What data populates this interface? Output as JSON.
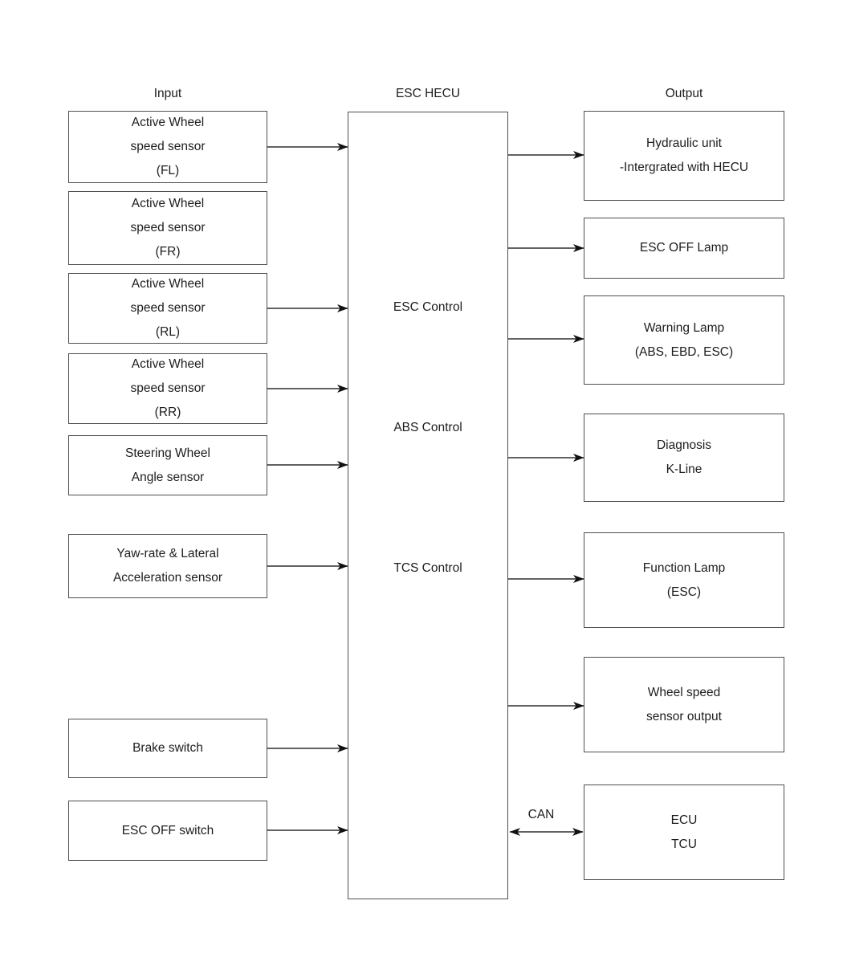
{
  "diagram": {
    "headers": {
      "input": "Input",
      "center": "ESC HECU",
      "output": "Output"
    },
    "hecu": {
      "labels": [
        "ESC Control",
        "ABS Control",
        "TCS Control"
      ]
    },
    "inputs": [
      {
        "lines": [
          "Active Wheel",
          "speed sensor",
          "(FL)"
        ]
      },
      {
        "lines": [
          "Active Wheel",
          "speed sensor",
          "(FR)"
        ]
      },
      {
        "lines": [
          "Active Wheel",
          "speed sensor",
          "(RL)"
        ]
      },
      {
        "lines": [
          "Active Wheel",
          "speed sensor",
          "(RR)"
        ]
      },
      {
        "lines": [
          "Steering Wheel",
          "Angle sensor"
        ]
      },
      {
        "lines": [
          "Yaw-rate & Lateral",
          "Acceleration sensor"
        ]
      },
      {
        "lines": [
          "Brake switch"
        ]
      },
      {
        "lines": [
          "ESC OFF switch"
        ]
      }
    ],
    "outputs": [
      {
        "lines": [
          "Hydraulic unit",
          "-Intergrated with HECU"
        ]
      },
      {
        "lines": [
          "ESC OFF Lamp"
        ]
      },
      {
        "lines": [
          "Warning Lamp",
          "(ABS, EBD, ESC)"
        ]
      },
      {
        "lines": [
          "Diagnosis",
          "K-Line"
        ]
      },
      {
        "lines": [
          "Function Lamp",
          "(ESC)"
        ]
      },
      {
        "lines": [
          "Wheel speed",
          "sensor output"
        ]
      },
      {
        "lines": [
          "ECU",
          "TCU"
        ]
      }
    ],
    "bus_label": "CAN",
    "colors": {
      "line": "#2f2f2f",
      "box_border": "#4f4f4f",
      "arrowhead": "#111111",
      "text": "#1d1d1d",
      "background": "#ffffff"
    }
  }
}
